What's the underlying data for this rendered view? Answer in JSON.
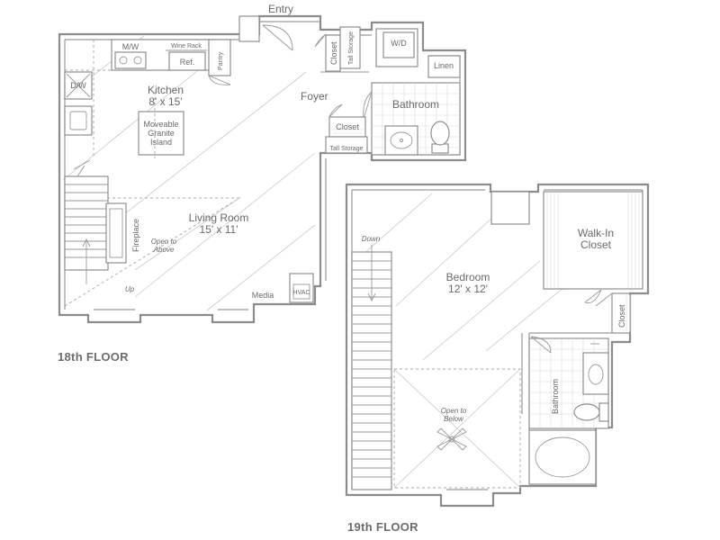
{
  "floors": [
    {
      "id": "18",
      "label": "18th FLOOR"
    },
    {
      "id": "19",
      "label": "19th FLOOR"
    }
  ],
  "rooms": {
    "entry": "Entry",
    "kitchen": {
      "name": "Kitchen",
      "size": "8' x 15'"
    },
    "island": [
      "Moveable",
      "Granite",
      "Island"
    ],
    "foyer": "Foyer",
    "bathroom_18": "Bathroom",
    "living": {
      "name": "Living Room",
      "size": "15' x 11'"
    },
    "bedroom": {
      "name": "Bedroom",
      "size": "12' x 12'"
    },
    "walkin": [
      "Walk-In",
      "Closet"
    ],
    "bathroom_19": "Bathroom"
  },
  "fixtures": {
    "mw": "M/W",
    "wine_rack": "Wine Rack",
    "ref": "Ref.",
    "pantry": "Pantry",
    "dw": "D/W",
    "closet_entry": "Closet",
    "tall_storage_top": "Tall Storage",
    "wd": "W/D",
    "linen": "Linen",
    "closet_foyer": "Closet",
    "tall_storage_bottom": "Tall Storage",
    "fireplace": "Fireplace",
    "open_above": [
      "Open to",
      "Above"
    ],
    "up": "Up",
    "media": "Media",
    "hvac": "HVAC",
    "down": "Down",
    "closet_bed": "Closet",
    "open_below": [
      "Open to",
      "Below"
    ]
  }
}
